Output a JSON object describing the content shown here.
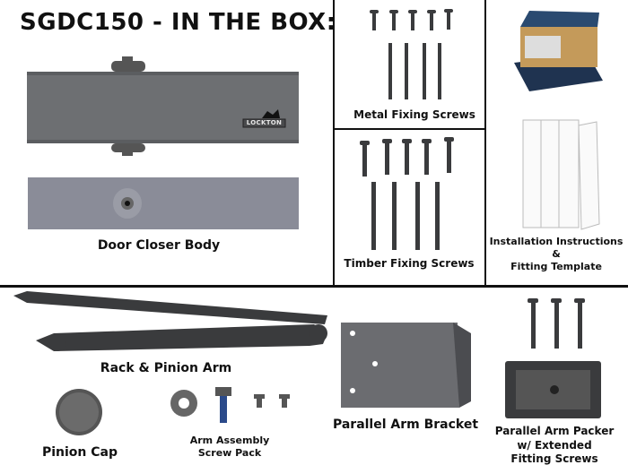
{
  "title": "SGDC150 - IN THE BOX:",
  "brand_logo_text": "LOCKTON",
  "items": {
    "door_closer_body": "Door Closer Body",
    "metal_fixing_screws": "Metal Fixing Screws",
    "timber_fixing_screws": "Timber Fixing Screws",
    "installation_line1": "Installation Instructions",
    "installation_line2": "&",
    "installation_line3": "Fitting Template",
    "rack_pinion_arm": "Rack & Pinion Arm",
    "pinion_cap": "Pinion Cap",
    "arm_assembly_line1": "Arm Assembly",
    "arm_assembly_line2": "Screw Pack",
    "parallel_arm_bracket": "Parallel Arm Bracket",
    "packer_line1": "Parallel Arm Packer",
    "packer_line2": "w/ Extended",
    "packer_line3": "Fitting Screws"
  },
  "colors": {
    "body": "#6d6f72",
    "plate": "#8a8c98",
    "screw": "#3a3b3d",
    "divider": "#111111"
  }
}
